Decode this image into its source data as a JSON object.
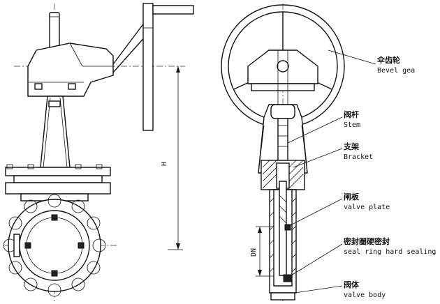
{
  "labels": {
    "bevel_gear": {
      "cn": "伞齿轮",
      "en": "Bevel gea"
    },
    "stem": {
      "cn": "阀杆",
      "en": "Stem"
    },
    "bracket": {
      "cn": "支架",
      "en": "Bracket"
    },
    "valve_plate": {
      "cn": "闸板",
      "en": "valve plate"
    },
    "seal_ring": {
      "cn": "密封圈硬密封",
      "en": "seal ring hard sealing"
    },
    "valve_body": {
      "cn": "阀体",
      "en": "valve body"
    }
  },
  "dimensions": {
    "height": "H",
    "nominal_diameter": "DN"
  }
}
